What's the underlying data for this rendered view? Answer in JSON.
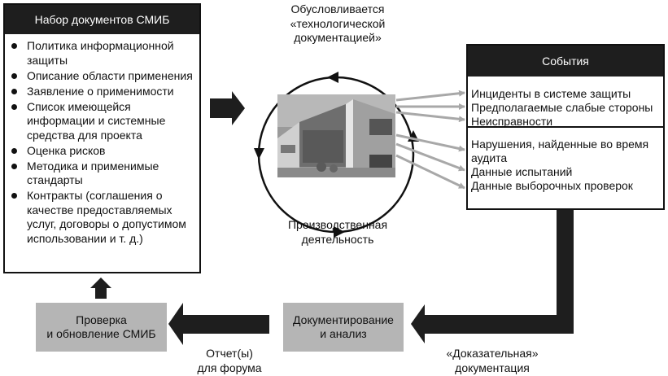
{
  "diagram": {
    "documents_box": {
      "title": "Набор документов СМИБ",
      "items": [
        "Политика информационной защиты",
        "Описание области применения",
        "Заявление о применимости",
        "Список имеющейся информации и системные средства для проекта",
        "Оценка рисков",
        "Методика и применимые стандарты",
        "Контракты (соглашения о качестве предоставляемых услуг, договоры о допустимом использовании и т. д.)"
      ]
    },
    "cycle": {
      "top_label_line1": "Обусловливается",
      "top_label_line2": "«технологической",
      "top_label_line3": "документацией»",
      "bottom_label_line1": "Производственная",
      "bottom_label_line2": "деятельность",
      "image": "office-building-photo"
    },
    "events_box": {
      "title": "События",
      "group1": [
        "Инциденты в системе защиты",
        "Предполагаемые слабые стороны",
        "Неисправности"
      ],
      "group2": [
        "Нарушения, найденные во время",
        "аудита",
        "Данные испытаний",
        "Данные выборочных проверок"
      ]
    },
    "analysis_box": {
      "line1": "Документирование",
      "line2": "и анализ"
    },
    "review_box": {
      "line1": "Проверка",
      "line2": "и обновление СМИБ"
    },
    "evidence_label": {
      "line1": "«Доказательная»",
      "line2": "документация"
    },
    "report_label": {
      "line1": "Отчет(ы)",
      "line2": "для форума"
    },
    "colors": {
      "dark": "#1e1e1e",
      "gray_box": "#b5b5b5",
      "gray_arrow": "#a8a8a8"
    }
  }
}
